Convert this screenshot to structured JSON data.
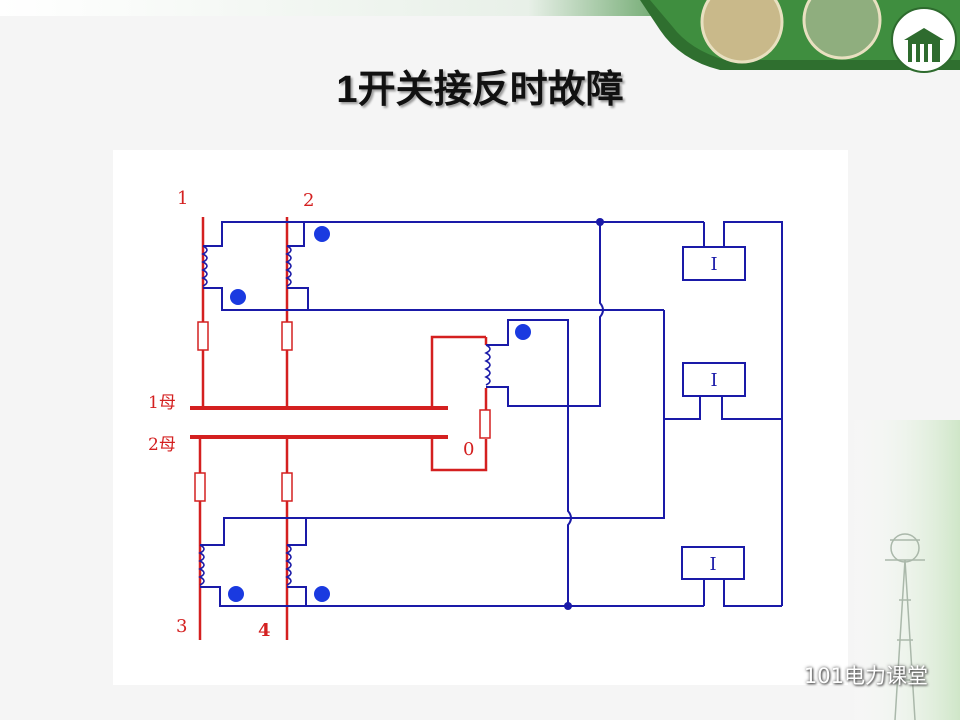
{
  "slide": {
    "title_num": "1",
    "title_text": "开关接反时故障"
  },
  "diagram": {
    "line_labels": {
      "l1": "1",
      "l2": "2",
      "l3": "3",
      "l4": "4"
    },
    "bus_labels": {
      "bus1": "1母",
      "bus2": "2母"
    },
    "neutral_label": "0",
    "relay_labels": {
      "r1": "I",
      "r2": "I",
      "r3": "I"
    }
  },
  "watermark": {
    "text": "101电力课堂"
  },
  "colors": {
    "red": "#d42020",
    "blue": "#1a1aa8",
    "green": "#2e6b2e"
  }
}
